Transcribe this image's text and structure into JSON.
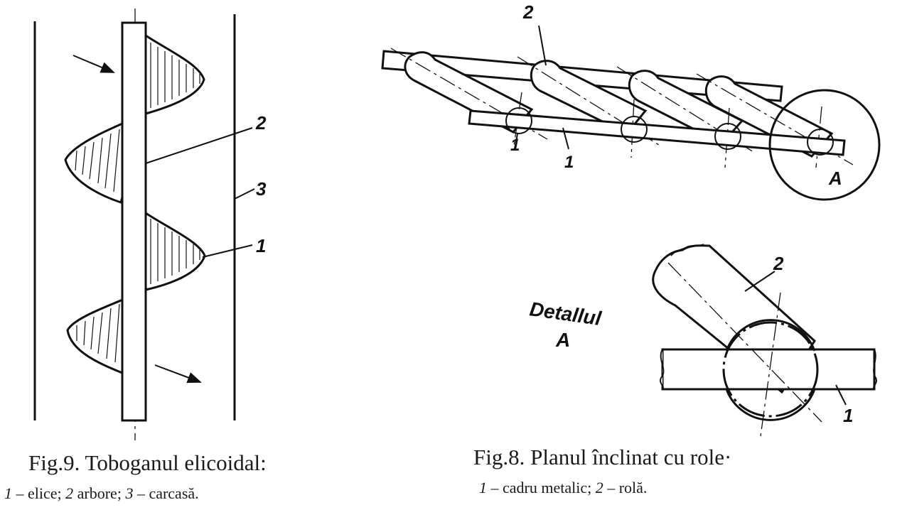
{
  "fig9": {
    "title": "Fig.9. Toboganul elicoidal:",
    "legend": [
      {
        "num": "1",
        "text": " – elice; "
      },
      {
        "num": "2",
        "text": " arbore; "
      },
      {
        "num": "3",
        "text": " – carcasă."
      }
    ],
    "labels": {
      "l1": "1",
      "l2": "2",
      "l3": "3"
    }
  },
  "fig8": {
    "title": "Fig.8. Planul înclinat cu role·",
    "legend": [
      {
        "num": "1",
        "text": " – cadru metalic; "
      },
      {
        "num": "2",
        "text": " – rolă."
      }
    ],
    "labels": {
      "l1a": "1",
      "l1b": "1",
      "l2": "2",
      "a": "A"
    }
  },
  "detail": {
    "title_line1": "Detallul",
    "title_line2": "A",
    "labels": {
      "l1": "1",
      "l2": "2"
    }
  },
  "colors": {
    "ink": "#111111",
    "paper": "#ffffff"
  }
}
